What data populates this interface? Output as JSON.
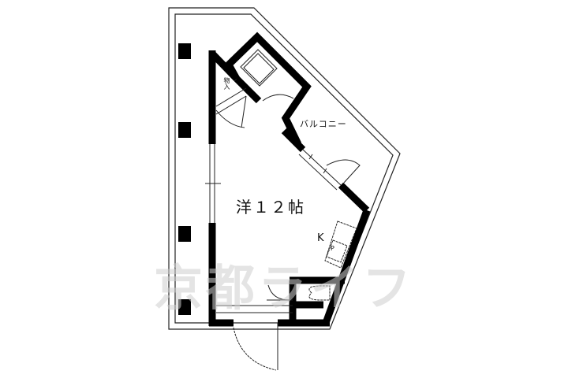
{
  "floor_plan": {
    "room": {
      "label": "洋１２帖",
      "type": "Western-style room",
      "size_jo": 12
    },
    "balcony": {
      "label": "バルコニー"
    },
    "closet": {
      "label": "物入"
    },
    "kitchen": {
      "label": "K"
    },
    "fridge_space": {
      "label": "P"
    },
    "watermark": {
      "text": "京都ライフ"
    },
    "colors": {
      "wall": "#000000",
      "line": "#222222",
      "background": "#ffffff",
      "watermark": "#cfcfcf"
    }
  }
}
